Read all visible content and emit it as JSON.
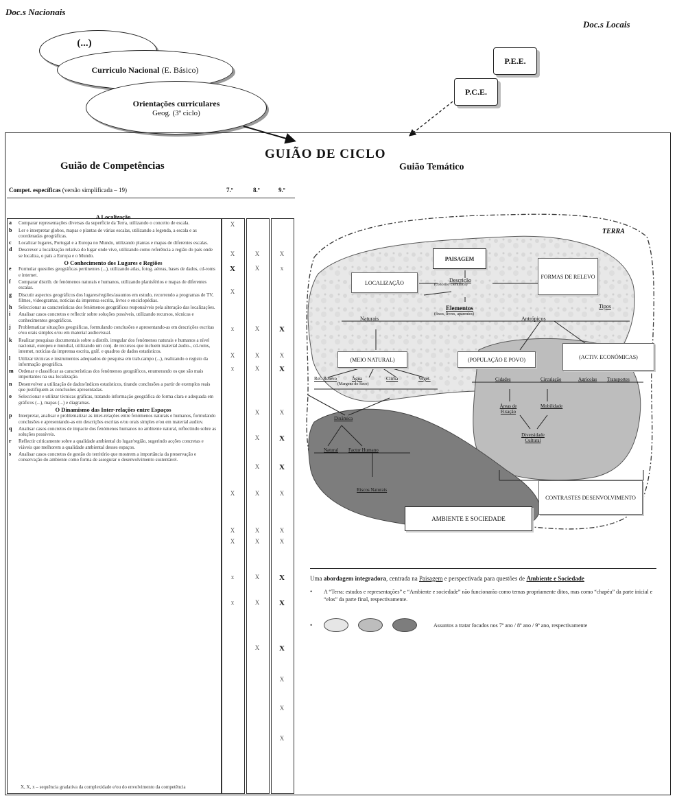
{
  "header": {
    "doc_nacionais": "Doc.s Nacionais",
    "doc_locais": "Doc.s Locais"
  },
  "ellipses": {
    "etc": "(...)",
    "curriculo_bold": "Curriculo Nacional",
    "curriculo_rest": " (E. Básico)",
    "orientacoes": "Orientações curriculares",
    "orientacoes_sub": "Geog. (3º ciclo)"
  },
  "cards": {
    "pee": "P.E.E.",
    "pce": "P.C.E."
  },
  "titles": {
    "guiao_ciclo": "GUIÃO DE CICLO",
    "competencias": "Guião de Competências",
    "tematico": "Guião Temático"
  },
  "table": {
    "header_bold": "Compet. específicas",
    "header_rest": " (versão simplificada – 19)",
    "col7": "7.º",
    "col8": "8.º",
    "col9": "9.º",
    "sections": [
      {
        "title": "A Localização",
        "rows": [
          {
            "letter": "a",
            "text": "Comparar representações diversas da superfície da Terra, utilizando o conceito de escala."
          },
          {
            "letter": "b",
            "text": "Ler e interpretar globos, mapas e plantas de várias escalas, utilizando a legenda, a escala e as coordenadas geográficas."
          },
          {
            "letter": "c",
            "text": "Localizar lugares, Portugal e a Europa no Mundo, utilizando plantas e mapas de diferentes escalas."
          },
          {
            "letter": "d",
            "text": "Descrever a localização relativa do lugar onde vive, utilizando como referência a região do país onde se localiza, o país a Europa e o Mundo."
          }
        ]
      },
      {
        "title": "O Conhecimento dos Lugares e Regiões",
        "rows": [
          {
            "letter": "e",
            "text": "Formular questões geográficas pertinentes (...), utilizando atlas, fotog. aéreas, bases de dados, cd-roms e internet."
          },
          {
            "letter": "f",
            "text": "Comparar distrib. de fenómenos naturais e humanos, utilizando planisférios e mapas de diferentes escalas."
          },
          {
            "letter": "g",
            "text": "Discutir aspectos geográficos dos lugares/regiões/assuntos em estudo, recorrendo a programas de TV, filmes, videogramas, notícias da imprensa escrita, livros e enciclopédias."
          },
          {
            "letter": "h",
            "text": "Seleccionar as características dos fenómenos geográficos responsáveis pela alteração das localizações."
          },
          {
            "letter": "i",
            "text": "Analisar casos concretos e reflectir sobre soluções possíveis, utilizando recursos, técnicas e conhecimentos geográficos."
          },
          {
            "letter": "j",
            "text": "Problematizar situações geográficas, formulando conclusões e apresentando-as em descrições escritas e/ou orais simples e/ou em material audiovisual."
          },
          {
            "letter": "k",
            "text": "Realizar pesquisas documentais sobre a distrib. irregular dos fenómenos naturais e humanos a nível nacional, europeu e mundial, utilizando um conj. de recursos que incluem material áudio-, cd-roms, internet, notícias da imprensa escrita, gráf. e quadros de dados estatísticos."
          },
          {
            "letter": "l",
            "text": "Utilizar técnicas e instrumentos adequados de pesquisa em trab.campo (...), realizando o registo da informação geográfica."
          },
          {
            "letter": "m",
            "text": "Ordenar e classificar as características dos fenómenos geográficos, enumerando os que são mais importantes na sua localização."
          },
          {
            "letter": "n",
            "text": "Desenvolver a utilização de dados/índices estatísticos, tirando conclusões a partir de exemplos reais que justifiquem as conclusões apresentadas."
          },
          {
            "letter": "o",
            "text": "Seleccionar e utilizar técnicas gráficas, tratando informação geográfica de forma clara e adequada em gráficos (...), mapas (...) e diagramas."
          }
        ]
      },
      {
        "title": "O Dinamismo das Inter-relações entre Espaços",
        "rows": [
          {
            "letter": "p",
            "text": "Interpretar, analisar e problematizar as inter-relações entre fenómenos naturais e humanos, formulando conclusões e apresentando-as em descrições escritas e/ou orais simples e/ou em material audiov."
          },
          {
            "letter": "q",
            "text": "Analisar casos concretos de impacte dos fenómenos humanos no ambiente natural, reflectindo sobre as soluções possíveis."
          },
          {
            "letter": "r",
            "text": "Reflectir criticamente sobre a qualidade ambiental do lugar/região, sugerindo acções concretas e viáveis que melhorem a qualidade ambiental desses espaços."
          },
          {
            "letter": "s",
            "text": "Analisar casos concretos de gestão do território que mostrem a importância da preservação e conservação do ambiente como forma de assegurar o desenvolvimento sustentável."
          }
        ]
      }
    ],
    "footer": "X, X, x – sequência gradativa da complexidade e/ou do envolvimento da competência"
  },
  "diagram": {
    "terra": "TERRA",
    "paisagem": "PAISAGEM",
    "descricao": "Descrição",
    "descricao_sub": "(conceito científico)",
    "localizacao": "LOCALIZAÇÃO",
    "formas_relevo": "FORMAS DE RELEVO",
    "elementos": "Elementos",
    "elementos_sub": "(fixos, livres, aparentes)",
    "tipos": "Tipos",
    "naturais": "Naturais",
    "antropicos": "Antrópicos",
    "meio_natural": "(MEIO NATURAL)",
    "populacao": "(POPULAÇÃO E POVO)",
    "actividades": "(ACTIV. ECONÓMICAS)",
    "relevo": "Rel. Relevo",
    "agua": "Água",
    "agua_sub": "(Margens do Seco)",
    "clima": "Clima",
    "vegetacao": "Veget.",
    "cidades": "Cidades",
    "circulacao": "Circulação",
    "agricolas": "Agrícolas",
    "transportes": "Transportes",
    "areas_fixacao": "Áreas de Fixação",
    "mobilidade": "Mobilidade",
    "diversidade": "Diversidade Cultural",
    "dinamica": "Dinâmica",
    "natural": "Natural",
    "factor_humano": "Factor Humano",
    "riscos": "Riscos Naturais",
    "contrastes": "CONTRASTES DESENVOLVIMENTO",
    "ambiente": "AMBIENTE E SOCIEDADE"
  },
  "notes": {
    "lead_pre": "Uma ",
    "lead_bold": "abordagem integradora",
    "lead_mid": ", centrada na ",
    "lead_paisagem": "Paisagem",
    "lead_mid2": " e perspectivada para questões de ",
    "lead_amb": "Ambiente e Sociedade",
    "bullet1": "A “Terra: estudos e representações” e “Ambiente e sociedade” não funcionarão como temas propriamente ditos, mas como “chapéu” da parte inicial e “elos” da parte final, respectivamente.",
    "bullet2": "Assuntos a tratar focados nos 7º ano / 8º ano / 9º ano, respectivamente"
  },
  "colors": {
    "light": "#e6e6e6",
    "mid": "#bdbdbd",
    "dark": "#7d7d7d"
  }
}
